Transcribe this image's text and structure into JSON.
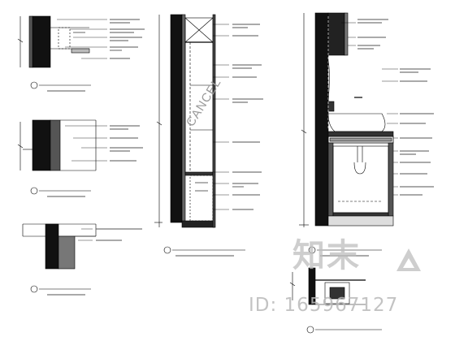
{
  "stamp": {
    "text": "CANCEL"
  },
  "watermark": {
    "brand": "知末",
    "id_label": "ID: 165967127"
  }
}
